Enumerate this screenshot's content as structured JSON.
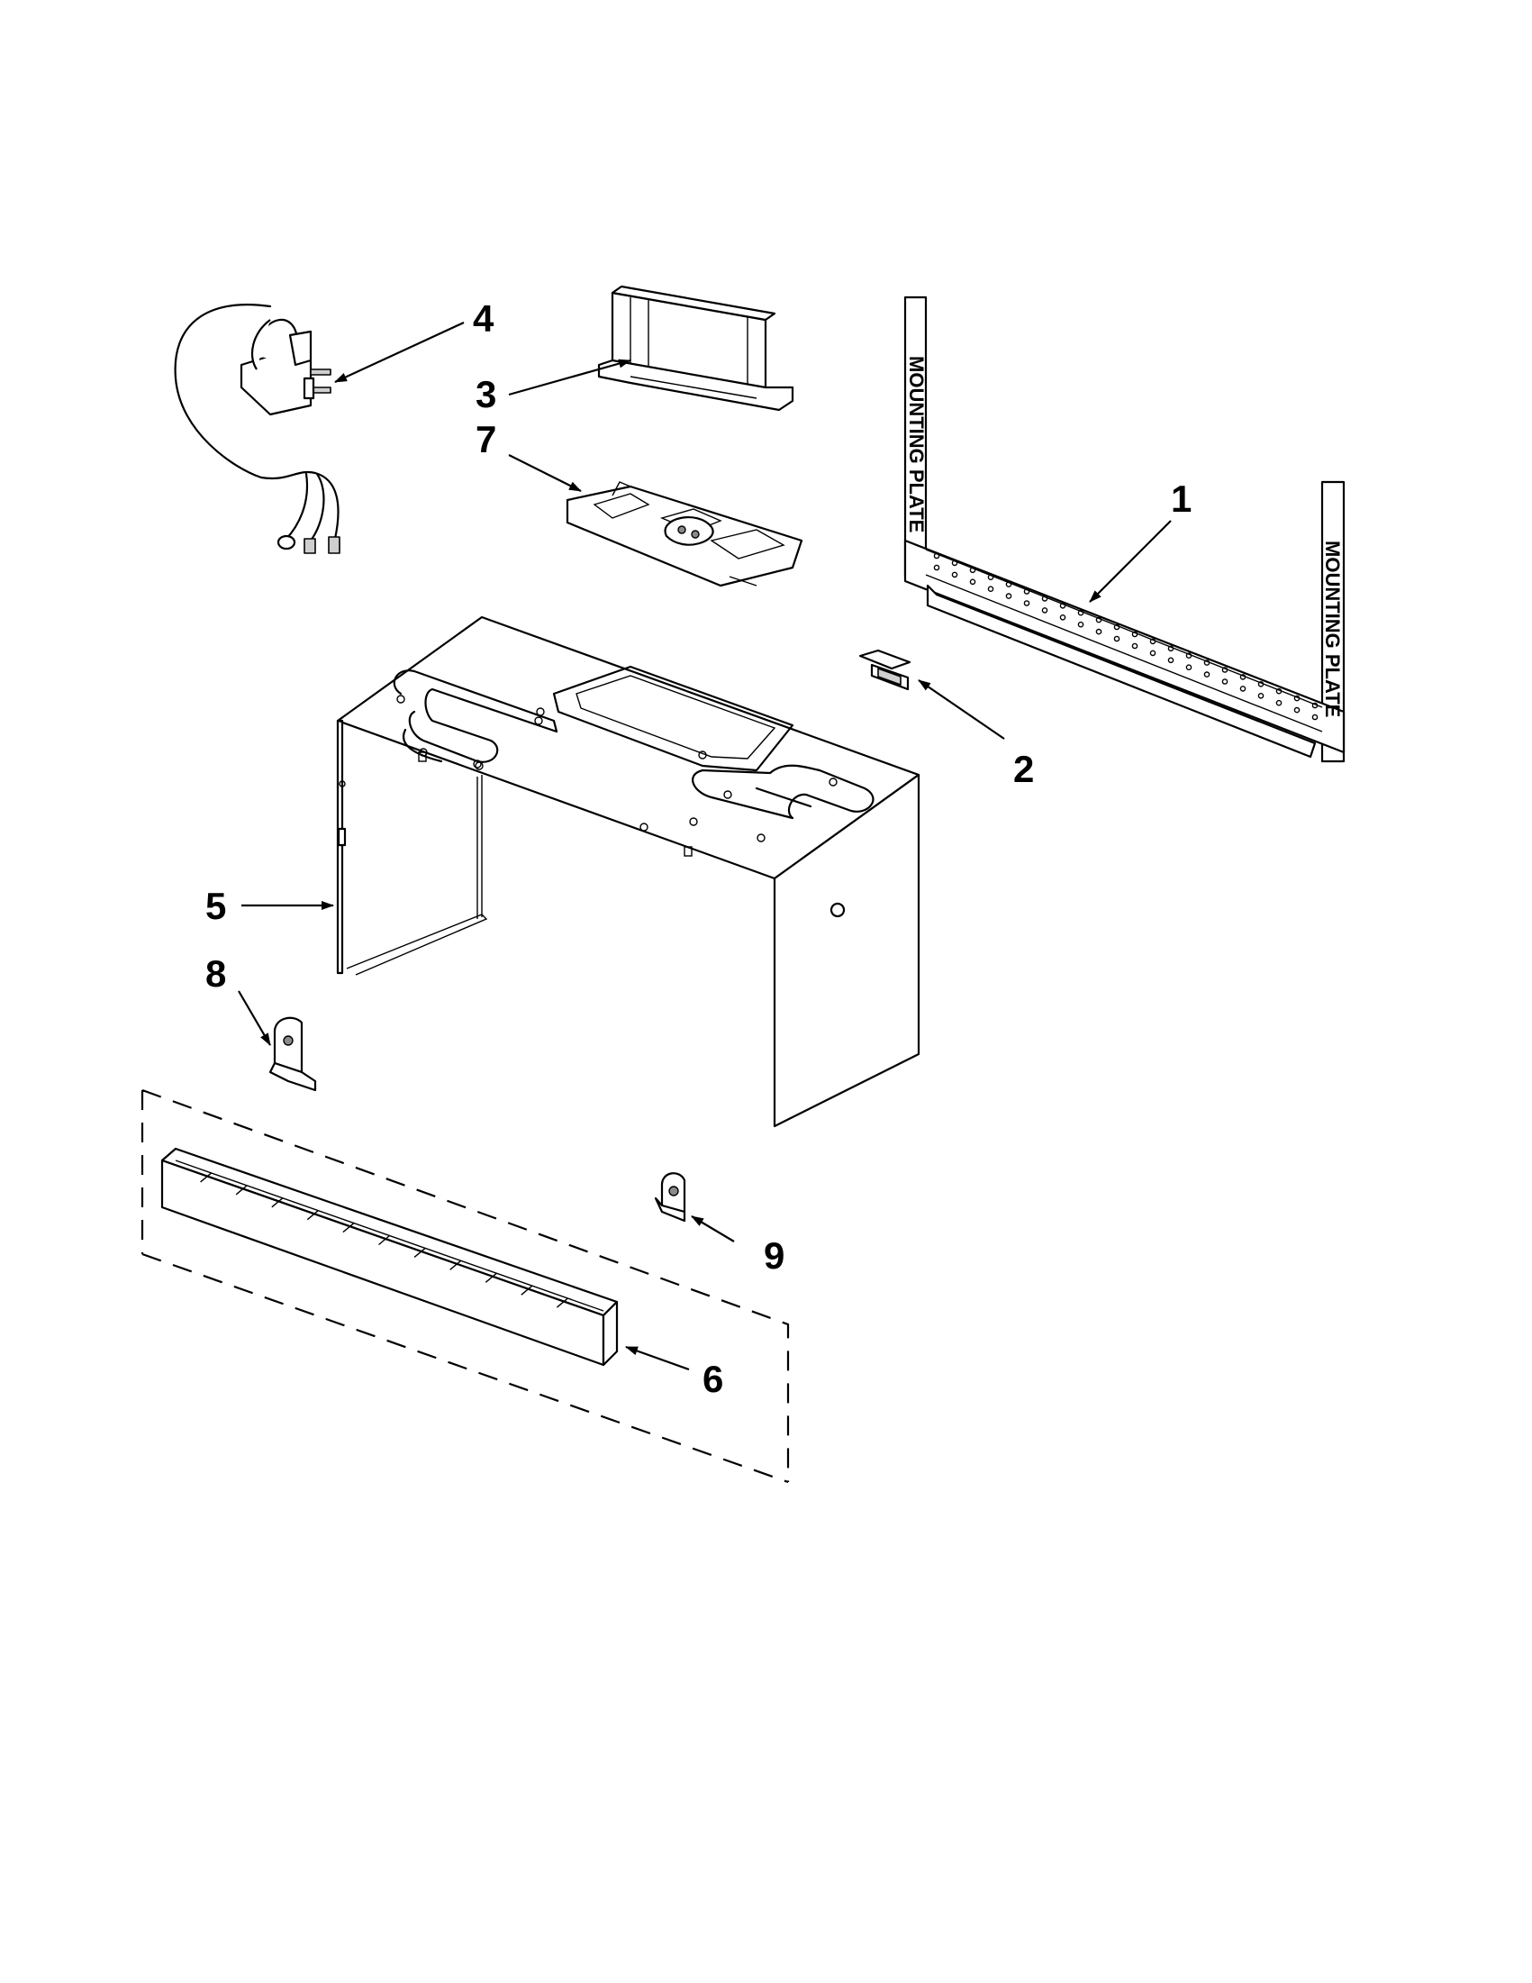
{
  "callouts": [
    {
      "id": "1",
      "label": "1"
    },
    {
      "id": "2",
      "label": "2"
    },
    {
      "id": "3",
      "label": "3"
    },
    {
      "id": "4",
      "label": "4"
    },
    {
      "id": "5",
      "label": "5"
    },
    {
      "id": "6",
      "label": "6"
    },
    {
      "id": "7",
      "label": "7"
    },
    {
      "id": "8",
      "label": "8"
    },
    {
      "id": "9",
      "label": "9"
    }
  ],
  "mounting_plate_text": "MOUNTING PLATE"
}
